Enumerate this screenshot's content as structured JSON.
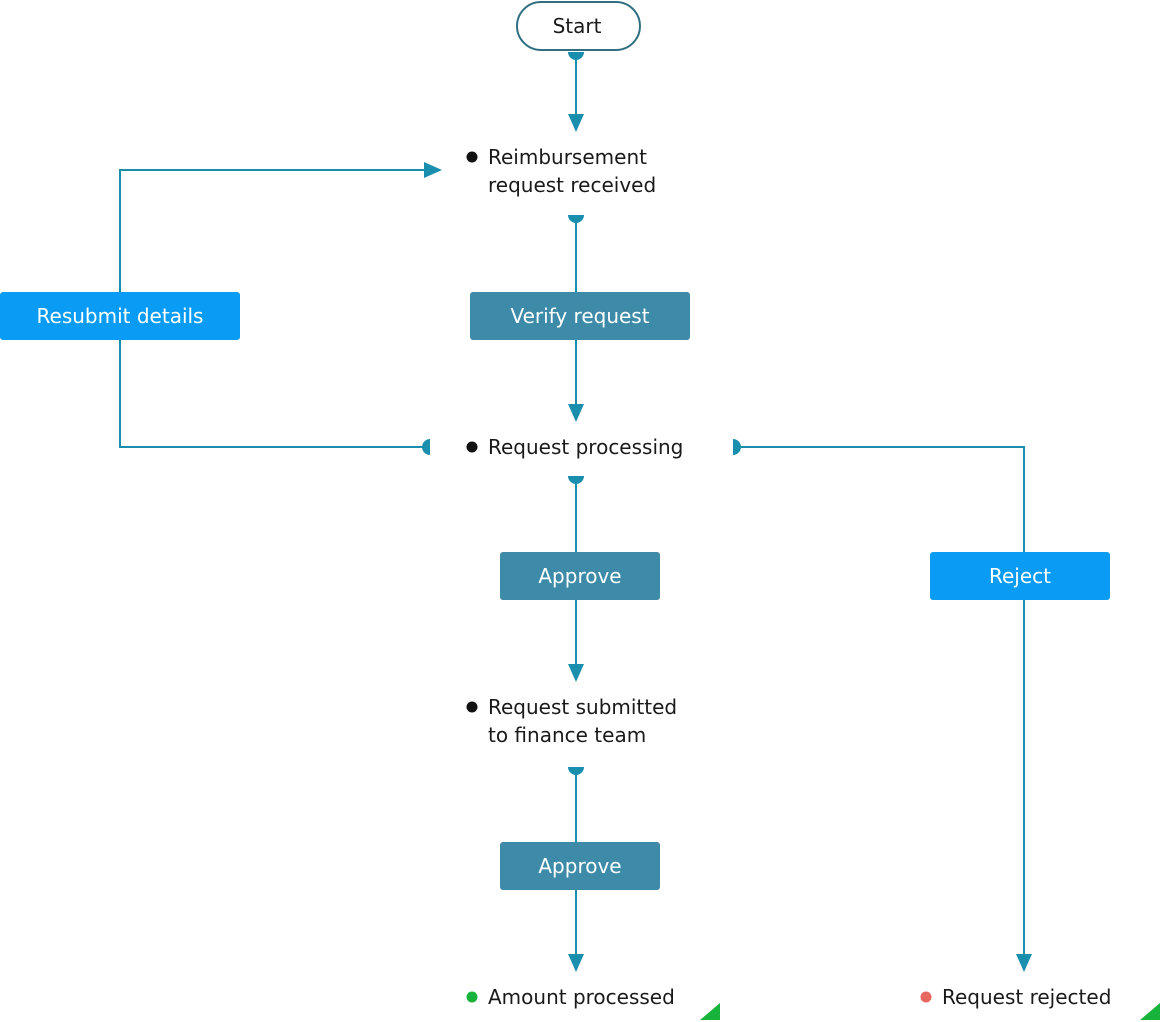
{
  "colors": {
    "edge": "#1a8fad",
    "start_border": "#2f6f80",
    "action_muted": "#3d8ba8",
    "action_bright": "#0a9cf5",
    "state_dot": "#111111",
    "success_dot": "#17b33a",
    "failure_dot": "#e8675f",
    "corner_mark": "#17b33a"
  },
  "start": {
    "label": "Start"
  },
  "states": {
    "received": {
      "line1": "Reimbursement",
      "line2": "request received"
    },
    "processing": {
      "line1": "Request processing"
    },
    "submitted": {
      "line1": "Request submitted",
      "line2": "to finance team"
    },
    "processed": {
      "line1": "Amount processed"
    },
    "rejected": {
      "line1": "Request rejected"
    }
  },
  "actions": {
    "resubmit": "Resubmit details",
    "verify": "Verify request",
    "approve1": "Approve",
    "reject": "Reject",
    "approve2": "Approve"
  }
}
